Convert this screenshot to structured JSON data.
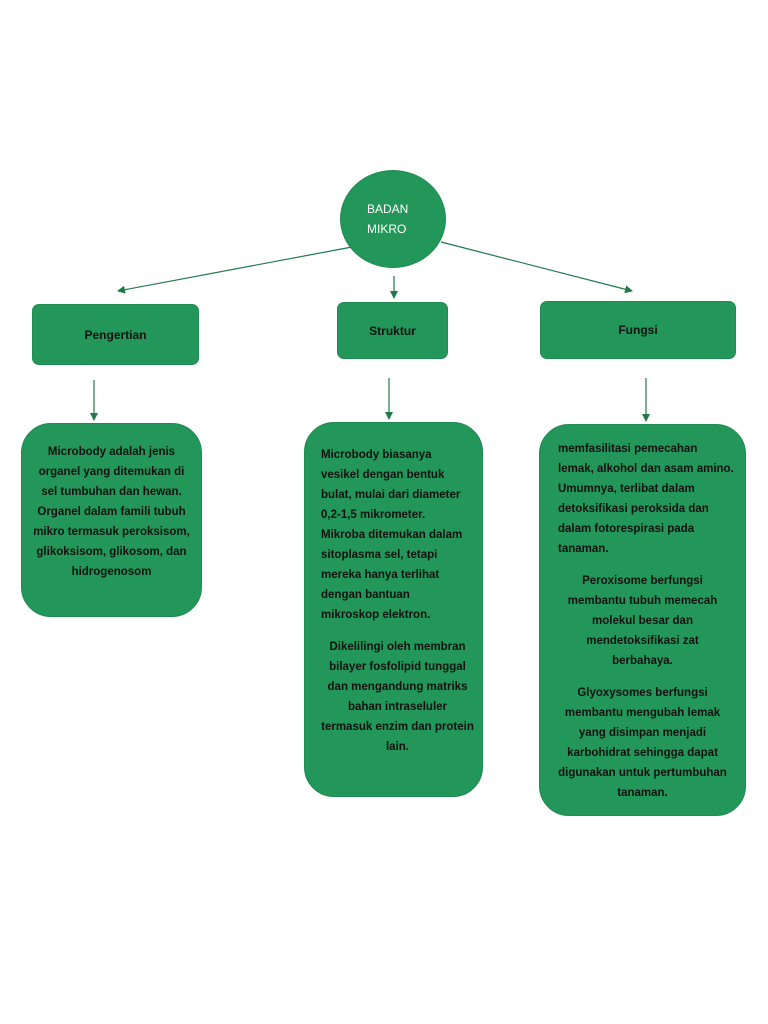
{
  "root": {
    "line1": "BADAN",
    "line2": "MIKRO"
  },
  "headers": [
    {
      "label": "Pengertian"
    },
    {
      "label": "Struktur"
    },
    {
      "label": "Fungsi"
    }
  ],
  "contents": {
    "pengertian": {
      "text": "Microbody adalah jenis organel yang ditemukan di sel tumbuhan dan hewan. Organel dalam famili tubuh mikro termasuk peroksisom, glikoksisom, glikosom, dan hidrogenosom"
    },
    "struktur": {
      "p1": "Microbody biasanya vesikel dengan bentuk bulat, mulai dari diameter 0,2-1,5 mikrometer. Mikroba ditemukan dalam sitoplasma sel, tetapi mereka hanya terlihat dengan bantuan mikroskop elektron.",
      "p2": "Dikelilingi oleh membran bilayer fosfolipid tunggal dan mengandung matriks bahan intraseluler termasuk enzim dan protein lain."
    },
    "fungsi": {
      "p1": "memfasilitasi pemecahan lemak, alkohol dan asam amino. Umumnya, terlibat dalam detoksifikasi peroksida dan dalam fotorespirasi pada tanaman.",
      "p2": "Peroxisome  berfungsi membantu tubuh memecah molekul besar dan mendetoksifikasi zat berbahaya.",
      "p3": "Glyoxysomes berfungsi membantu mengubah lemak yang disimpan menjadi karbohidrat sehingga dapat digunakan untuk pertumbuhan tanaman."
    }
  },
  "colors": {
    "node": "#229759",
    "arrow": "#1f7a4a",
    "root_text": "#ffffff"
  }
}
